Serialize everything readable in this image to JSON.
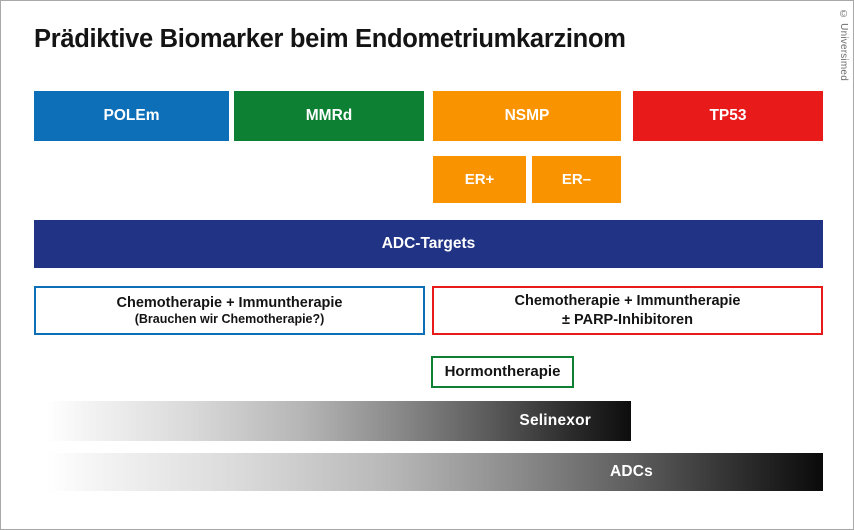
{
  "figure": {
    "title": "Prädiktive Biomarker beim Endometriumkarzinom",
    "copyright": "© Universimed",
    "background": "#ffffff",
    "border_color": "#a8a8a8"
  },
  "colors": {
    "blue": "#0d6fb8",
    "green": "#0d8033",
    "orange": "#f99300",
    "red": "#e81a1a",
    "navy": "#203384",
    "text_dark": "#141414",
    "text_light": "#ffffff"
  },
  "biomarkers": [
    {
      "label": "POLEm",
      "color": "#0d6fb8"
    },
    {
      "label": "MMRd",
      "color": "#0d8033"
    },
    {
      "label": "NSMP",
      "color": "#f99300"
    },
    {
      "label": "TP53",
      "color": "#e81a1a"
    }
  ],
  "er_subtypes": [
    {
      "label": "ER+",
      "color": "#f99300"
    },
    {
      "label": "ER–",
      "color": "#f99300"
    }
  ],
  "adc_targets_bar": {
    "label": "ADC-Targets",
    "color": "#203384"
  },
  "therapies": [
    {
      "line1": "Chemotherapie + Immuntherapie",
      "line2": "(Brauchen wir Chemotherapie?)",
      "border_color": "#0d6fb8"
    },
    {
      "line1": "Chemotherapie + Immuntherapie",
      "line2": "± PARP-Inhibitoren",
      "border_color": "#e81a1a"
    }
  ],
  "hormone_therapy": {
    "label": "Hormontherapie",
    "border_color": "#0d8033"
  },
  "gradient_bars": [
    {
      "label": "Selinexor",
      "from": "#ffffff",
      "to": "#0d0d0d"
    },
    {
      "label": "ADCs",
      "from": "#ffffff",
      "to": "#0a0a0a"
    }
  ]
}
